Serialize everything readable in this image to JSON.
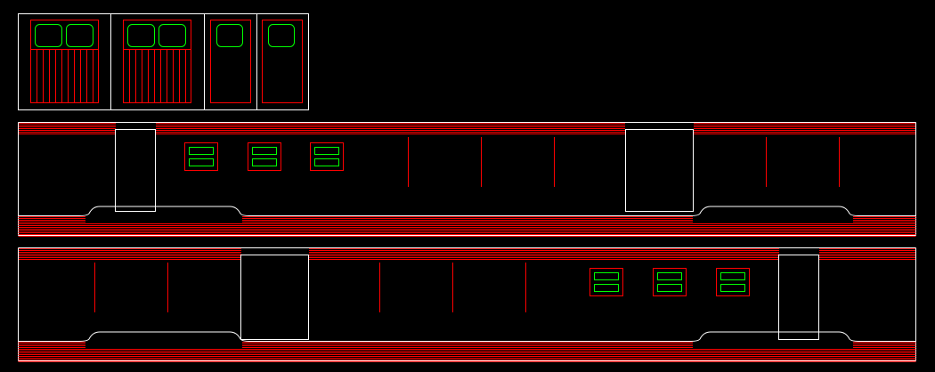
{
  "colors": {
    "background": "#000000",
    "outline": "#ffffff",
    "stripe": "#ff0000",
    "window": "#00ff00"
  },
  "drawing": {
    "views": [
      "door-detail",
      "car-side-elevation-a",
      "car-side-elevation-b"
    ],
    "door_detail": {
      "panels": [
        "double-door-with-slats",
        "double-door-with-slats",
        "single-door",
        "single-door"
      ]
    },
    "car_sides": [
      {
        "name": "car-side-a",
        "small_windows": 3,
        "doors": 2,
        "vertical_lines": 5
      },
      {
        "name": "car-side-b",
        "small_windows": 3,
        "doors": 2,
        "vertical_lines": 5
      }
    ]
  }
}
